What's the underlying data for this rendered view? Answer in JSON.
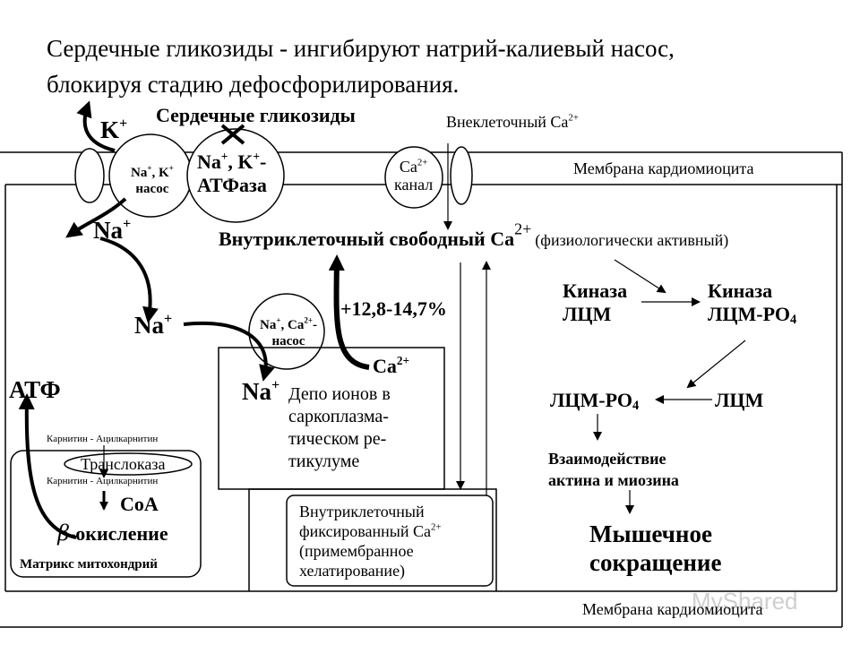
{
  "title": {
    "line1": "Сердечные гликозиды - ингибируют натрий-калиевый насос,",
    "line2": "блокируя стадию дефосфорилирования."
  },
  "labels": {
    "k_ion": "K",
    "k_charge": "+",
    "glycosides": "Сердечные гликозиды",
    "extracellular": "Внеклеточный",
    "ca": "Са",
    "ca_charge": "2+",
    "membrane_top": "Мембрана кардиомиоцита",
    "membrane_bottom": "Мембрана кардиомиоцита",
    "pump_nak": "Na",
    "pump_comma": ", K",
    "pump_word": "насос",
    "atpase_line1": "Na",
    "atpase_k": ", K",
    "atpase_dash": "-",
    "atpase_line2": "АТФаза",
    "channel_ca": "Са",
    "channel_word": "канал",
    "na_ion": "Na",
    "na_charge": "+",
    "intracellular_free_bold": "Внутриклеточный свободный Са",
    "intracellular_free_note": "(физиологически активный)",
    "exchanger_na": "Na",
    "exchanger_ca": ", Ca",
    "exchanger_dash": "-",
    "exchanger_word": "насос",
    "percent": "+12,8-14,7%",
    "depot": [
      "Депо ионов в",
      "саркоплазма-",
      "тическом ре-",
      "тикулуме"
    ],
    "atf": "АТФ",
    "carnitine": "Карнитин - Ацилкарнитин",
    "translocase": "Транслоказа",
    "coa": "CoA",
    "beta": "β",
    "oxidation": "-окисление",
    "matrix": "Матрикс митохондрий",
    "fixed": [
      "Внутриклеточный",
      "фиксированный",
      "(примембранное",
      "хелатирование)"
    ],
    "kinase": "Киназа",
    "mlck": "ЛЦМ",
    "mlck_po": "ЛЦМ-РО",
    "po_sub": "4",
    "interaction": [
      "Взаимодействие",
      "актина и миозина"
    ],
    "contraction": [
      "Мышечное",
      "сокращение"
    ],
    "watermark": "MyShared"
  }
}
